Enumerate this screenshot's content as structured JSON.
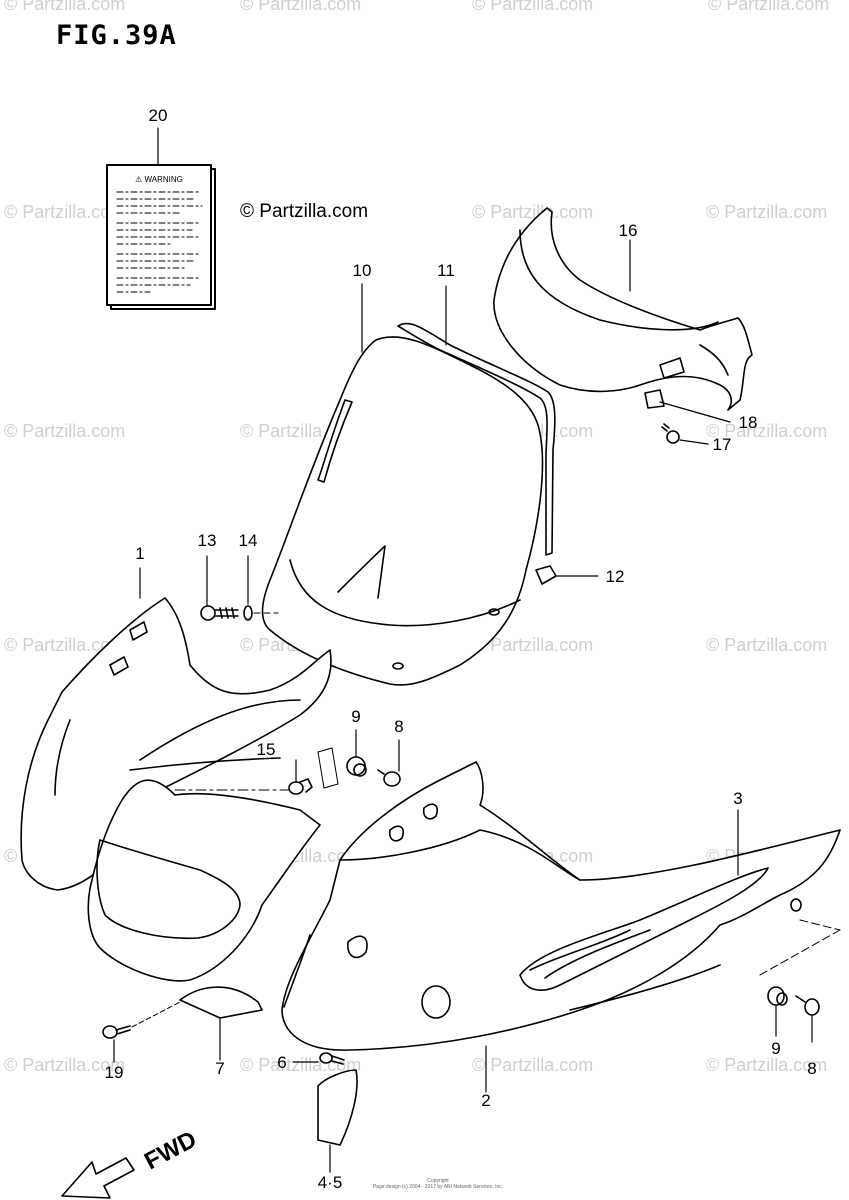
{
  "figure": {
    "title": "FIG.39A"
  },
  "credit": "© Partzilla.com",
  "watermark": "© Partzilla.com",
  "warning_label": {
    "heading": "⚠ WARNING"
  },
  "direction": {
    "label": "FWD"
  },
  "copyright": {
    "line1": "Copyright",
    "line2": "Page design (c) 2004 - 2017 by ARI Network Services, Inc."
  },
  "callouts": {
    "c1": "1",
    "c2": "2",
    "c3": "3",
    "c45": "4·5",
    "c6": "6",
    "c7": "7",
    "c8a": "8",
    "c8b": "8",
    "c9a": "9",
    "c9b": "9",
    "c10": "10",
    "c11": "11",
    "c12": "12",
    "c13": "13",
    "c14": "14",
    "c15": "15",
    "c16": "16",
    "c17": "17",
    "c18": "18",
    "c19": "19",
    "c20": "20"
  },
  "colors": {
    "ink": "#000000",
    "watermark": "#cfcfcf",
    "background": "#ffffff"
  }
}
